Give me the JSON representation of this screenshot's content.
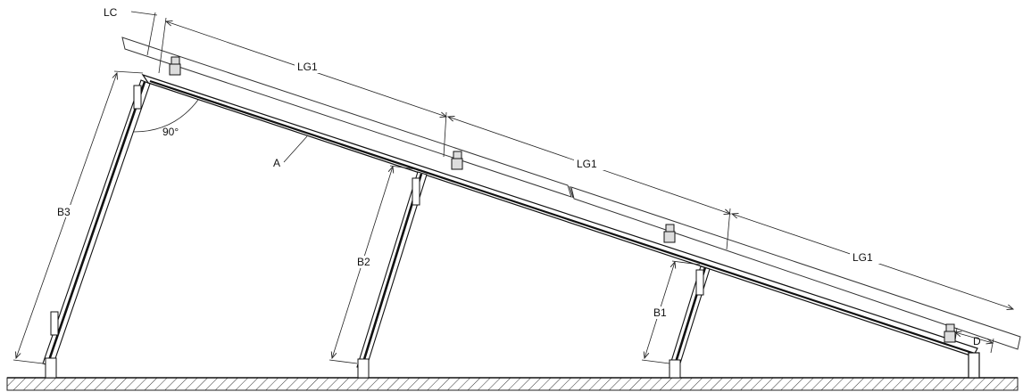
{
  "labels": {
    "lc": "LC",
    "lg1_first": "LG1",
    "lg1_second": "LG1",
    "lg1_third": "LG1",
    "angle": "90°",
    "beam": "A",
    "b1": "B1",
    "b2": "B2",
    "b3": "B3",
    "d": "D"
  }
}
